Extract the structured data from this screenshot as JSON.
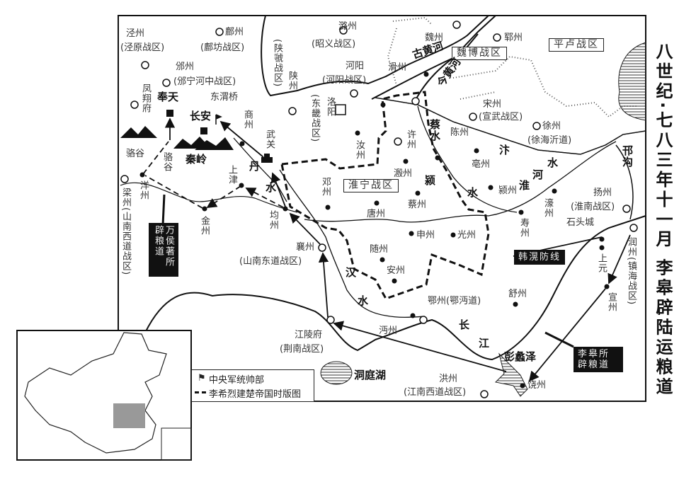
{
  "title": "八世纪·七八三年十一月  李皋辟陆运粮道",
  "legend": {
    "hq": "中央军统帅部",
    "territory": "李希烈建楚帝国时版图"
  },
  "boxes": {
    "weibo": "魏博战区",
    "pinglu": "平卢战区",
    "huaining": "淮宁战区",
    "hanhuang": "韩滉防线",
    "liguo": "李皋所辟粮道",
    "wanhou": "万侯著所辟粮道"
  },
  "labels": {
    "jingzhou": "泾州",
    "jingyuan": "(泾原战区)",
    "fuzhou": "鄜州",
    "fufang": "(鄜坊战区)",
    "binzhou": "邠州",
    "binning": "(邠宁河中战区)",
    "fengxiang": "凤翔府",
    "fengtian": "奉天",
    "changan": "长安",
    "dongweiqiao": "东渭桥",
    "shangzhou": "商州",
    "wuguan": "武关",
    "shanguo": "(陕虢战区)",
    "shanzhou": "陕州",
    "dongji": "(东畿战区)",
    "luoyang": "洛阳",
    "luzhou": "潞州",
    "zhaoyi": "(昭义战区)",
    "heyang": "河阳",
    "heyangzq": "(河阳战区)",
    "ruzhou": "汝州",
    "huazhou": "滑州",
    "weizhou": "魏州",
    "guhuanghe": "古黄河",
    "jinhuanghe": "今黄河",
    "yunzhou": "郓州",
    "songzhou": "宋州",
    "xuanwu": "(宣武战区)",
    "xuzhou": "徐州",
    "xuhaiyi": "(徐海沂道)",
    "xuzhou2": "许州",
    "caishui": "蔡水",
    "chenzhou": "陈州",
    "bozhou": "亳州",
    "bian": "汴",
    "bianshui": "水",
    "hangou": "邗沟",
    "huai": "淮",
    "huaihe": "河",
    "yangzhou": "扬州",
    "huainan": "(淮南战区)",
    "ying": "颍",
    "yingshui": "水",
    "yingzhou": "颍州",
    "haozhou": "濠州",
    "shouzhou": "寿州",
    "dengzhou": "邓州",
    "yinzhou": "溵州",
    "tangzhou": "唐州",
    "caizhou": "蔡州",
    "shenzhou": "申州",
    "guangzhou": "光州",
    "suizhou": "随州",
    "anzhou": "安州",
    "ezhou": "鄂州(鄂沔道)",
    "mianzhou": "沔州",
    "shuzhou": "舒州",
    "han": "汉",
    "hanshui": "水",
    "chang": "长",
    "jiang": "江",
    "shitoucheng": "石头城",
    "shangyuan": "上元",
    "runzhou": "润州(镇海战区)",
    "xuanzhou": "宣州",
    "pengli": "彭蠡泽",
    "raozhou": "饶州",
    "hongzhou": "洪州",
    "jiangnanxi": "(江南西道战区)",
    "dongting": "洞庭湖",
    "jiangling": "江陵府",
    "jingnan": "(荆南战区)",
    "xiangzhou": "襄州",
    "shannandong": "(山南东道战区)",
    "junzhou": "均州",
    "shangjin": "上津",
    "dan": "丹",
    "danshui": "水",
    "jinzhou": "金州",
    "qinling": "秦岭",
    "luogu": "骆谷",
    "luogu2": "骆谷",
    "yangzhou2": "洋州",
    "liangzhou": "梁州(山南西道战区)"
  }
}
